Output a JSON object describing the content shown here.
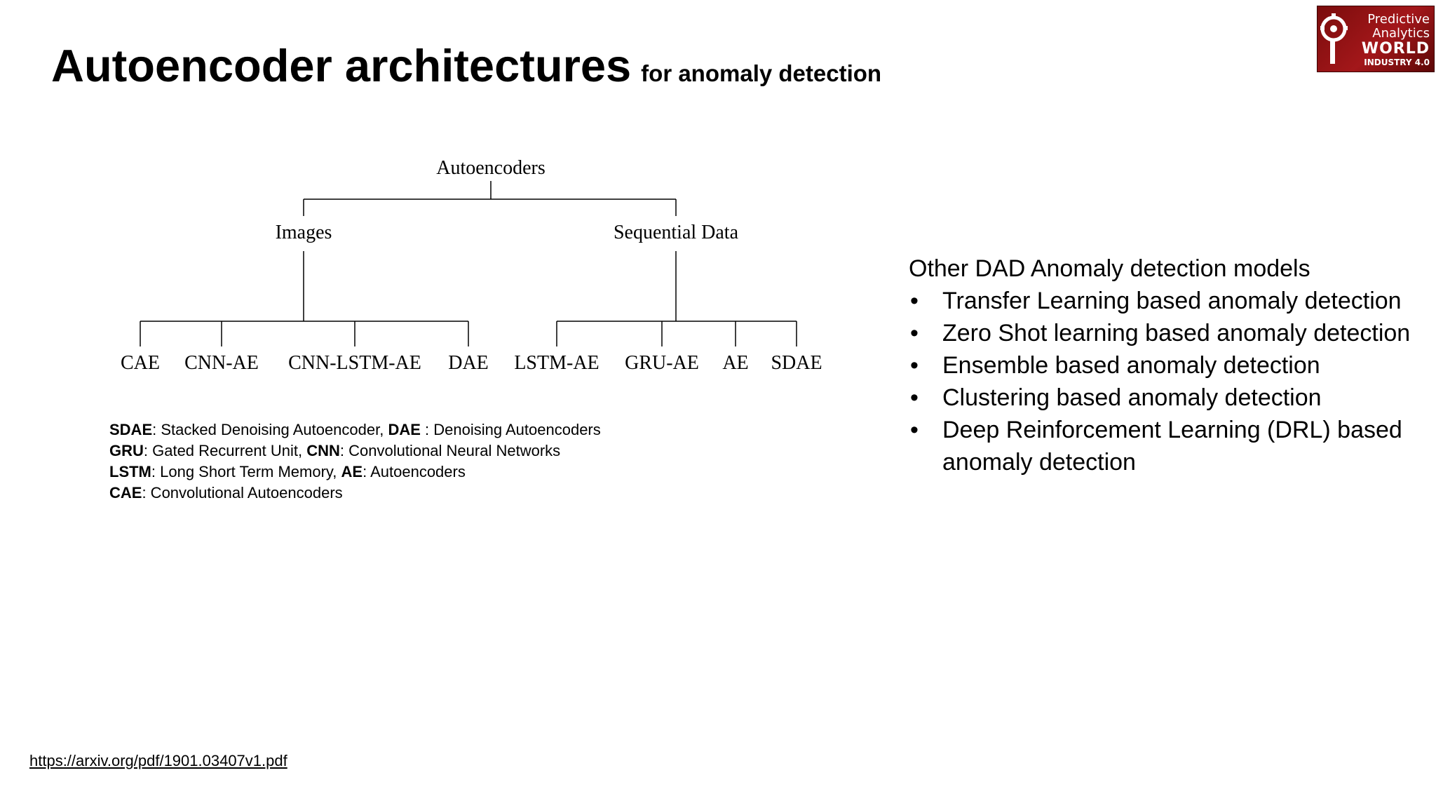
{
  "slide": {
    "title": "Autoencoder architectures",
    "subtitle": "for anomaly detection"
  },
  "logo": {
    "line1": "Predictive",
    "line2": "Analytics",
    "line3": "WORLD",
    "line4": "INDUSTRY 4.0",
    "accent_color": "#a3171a"
  },
  "diagram": {
    "root": "Autoencoders",
    "groups": [
      {
        "label": "Images",
        "children": [
          "CAE",
          "CNN-AE",
          "CNN-LSTM-AE",
          "DAE"
        ]
      },
      {
        "label": "Sequential Data",
        "children": [
          "LSTM-AE",
          "GRU-AE",
          "AE",
          "SDAE"
        ]
      }
    ]
  },
  "legend": [
    [
      {
        "abbr": "SDAE",
        "text": ": Stacked Denoising Autoencoder, "
      },
      {
        "abbr": "DAE",
        "text": " : Denoising Autoencoders"
      }
    ],
    [
      {
        "abbr": "GRU",
        "text": ": Gated Recurrent Unit, "
      },
      {
        "abbr": "CNN",
        "text": ": Convolutional Neural Networks"
      }
    ],
    [
      {
        "abbr": "LSTM",
        "text": ": Long Short Term Memory, "
      },
      {
        "abbr": "AE",
        "text": ": Autoencoders"
      }
    ],
    [
      {
        "abbr": "CAE",
        "text": ": Convolutional Autoencoders"
      }
    ]
  ],
  "other_models": {
    "heading": "Other DAD Anomaly detection models",
    "bullet": "•",
    "items": [
      "Transfer Learning based anomaly detection",
      "Zero Shot learning based anomaly detection",
      "Ensemble based anomaly detection",
      "Clustering based anomaly detection",
      "Deep Reinforcement Learning (DRL) based anomaly detection"
    ]
  },
  "footer": {
    "url": "https://arxiv.org/pdf/1901.03407v1.pdf"
  }
}
